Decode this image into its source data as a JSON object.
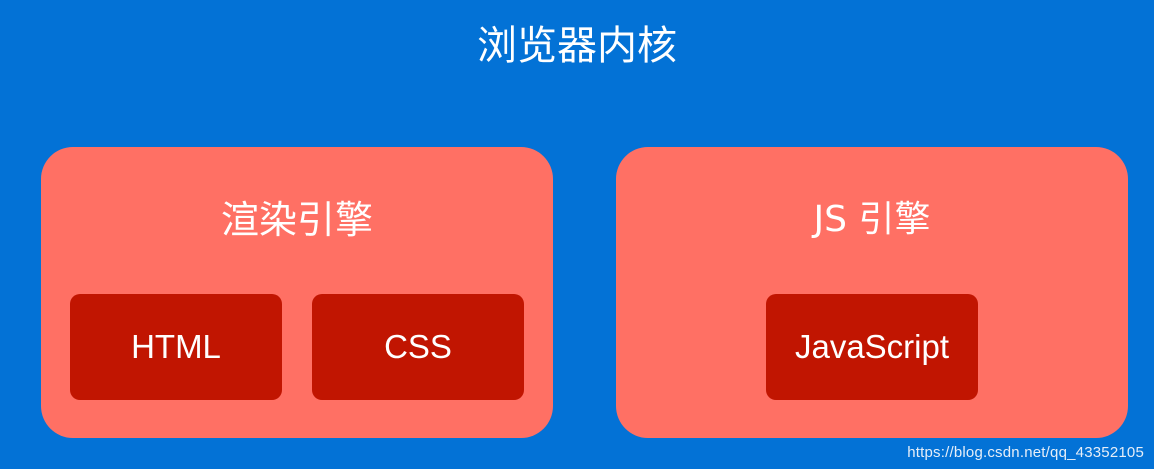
{
  "title": "浏览器内核",
  "panels": [
    {
      "title": "渲染引擎",
      "boxes": [
        "HTML",
        "CSS"
      ]
    },
    {
      "title": "JS 引擎",
      "boxes": [
        "JavaScript"
      ]
    }
  ],
  "watermark": "https://blog.csdn.net/qq_43352105",
  "colors": {
    "background": "#0372d6",
    "panel": "#ff7064",
    "box": "#c11501",
    "text": "#ffffff"
  }
}
